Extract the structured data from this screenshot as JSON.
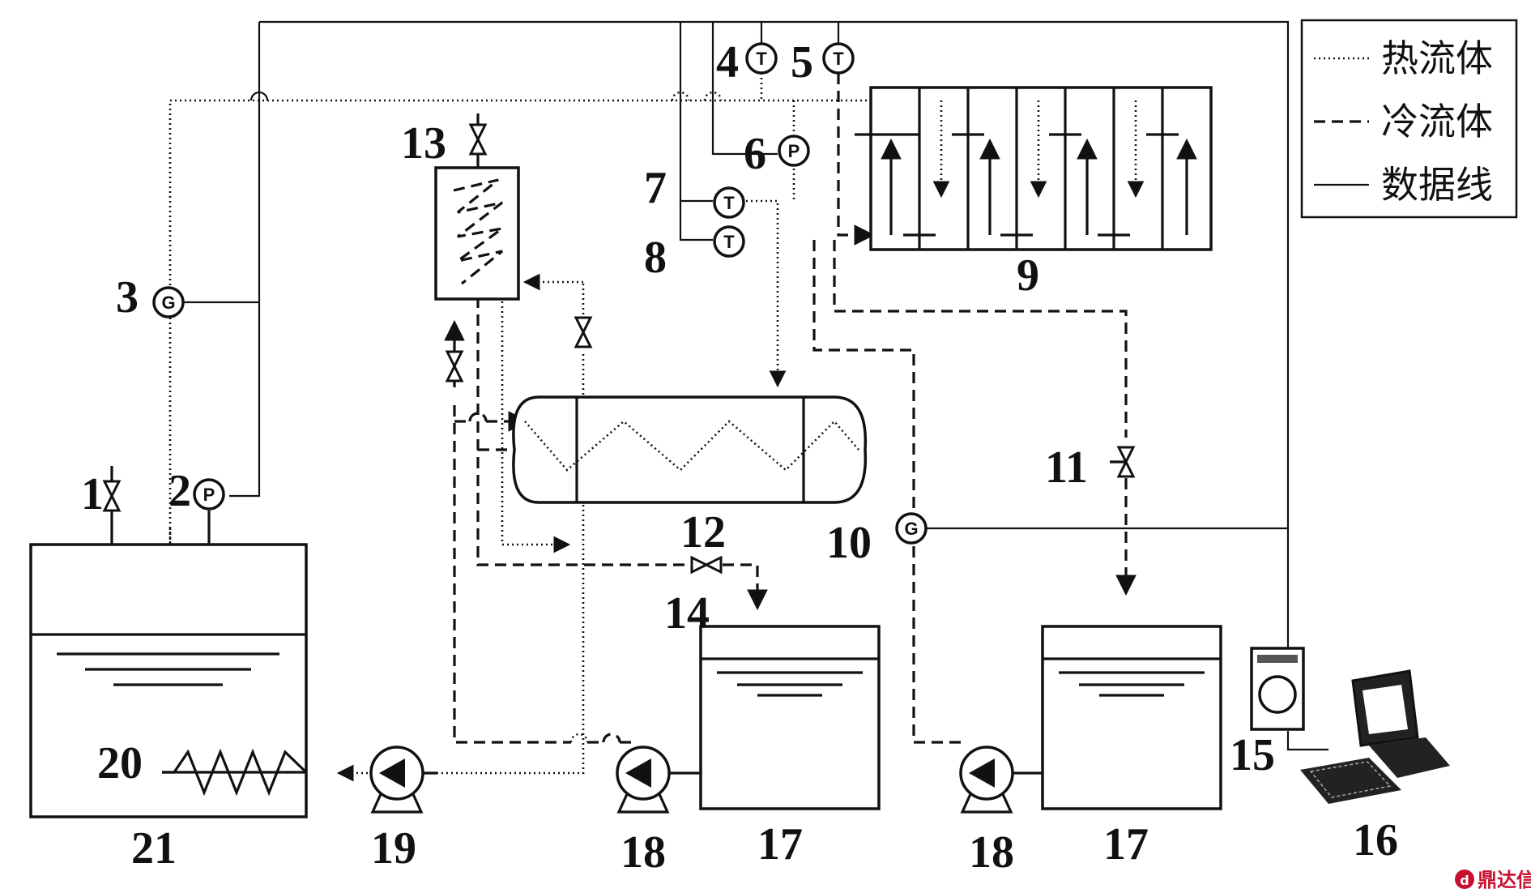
{
  "figure": {
    "legend": {
      "hot_fluid": "热流体",
      "cold_fluid": "冷流体",
      "data_line": "数据线"
    },
    "labels": {
      "n1": "1",
      "n2": "2",
      "n3": "3",
      "n4": "4",
      "n5": "5",
      "n6": "6",
      "n7": "7",
      "n8": "8",
      "n9": "9",
      "n10": "10",
      "n11": "11",
      "n12": "12",
      "n13": "13",
      "n14": "14",
      "n15": "15",
      "n16": "16",
      "n17a": "17",
      "n17b": "17",
      "n18a": "18",
      "n18b": "18",
      "n19": "19",
      "n20": "20",
      "n21": "21"
    },
    "gauge_letters": {
      "temperature": "T",
      "pressure": "P",
      "flow": "G"
    },
    "watermark": "鼎达信"
  }
}
